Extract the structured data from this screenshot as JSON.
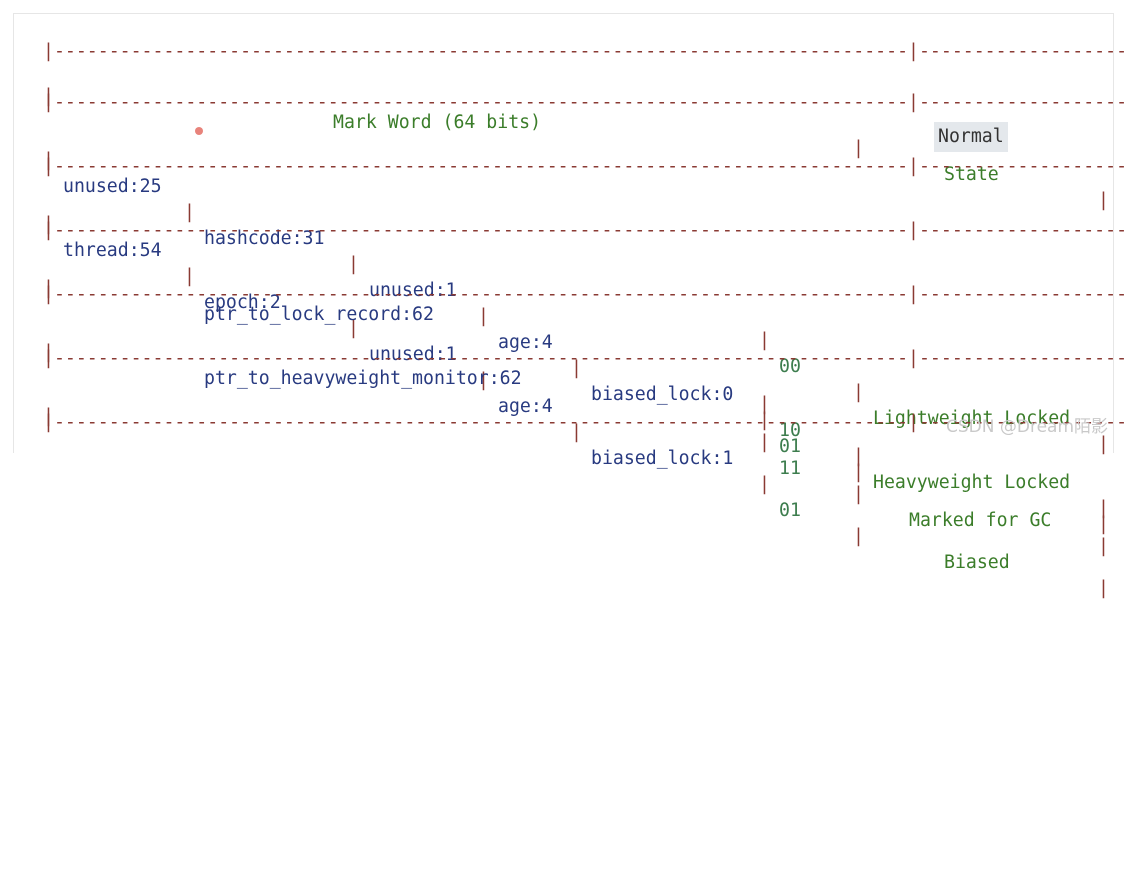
{
  "table": {
    "separator": "|------------------------------------------------------------------------------|--------------------|",
    "header": {
      "mark_word": "Mark Word (64 bits)",
      "state": "State"
    },
    "rows": [
      {
        "name": "row-normal",
        "fields": [
          "unused:25",
          "hashcode:31",
          "unused:1",
          "age:4",
          "biased_lock:0"
        ],
        "bits": "01",
        "state": "Normal"
      },
      {
        "name": "row-biased",
        "fields": [
          "thread:54",
          "epoch:2",
          "unused:1",
          "age:4",
          "biased_lock:1"
        ],
        "bits": "01",
        "state": "Biased"
      },
      {
        "name": "row-lightweight",
        "field": "ptr_to_lock_record:62",
        "bits": "00",
        "state": "Lightweight Locked"
      },
      {
        "name": "row-heavyweight",
        "field": "ptr_to_heavyweight_monitor:62",
        "bits": "10",
        "state": "Heavyweight Locked"
      },
      {
        "name": "row-gc",
        "field": "",
        "bits": "11",
        "state": "Marked for GC"
      }
    ]
  },
  "watermark": "CSDN @Dream陌影"
}
